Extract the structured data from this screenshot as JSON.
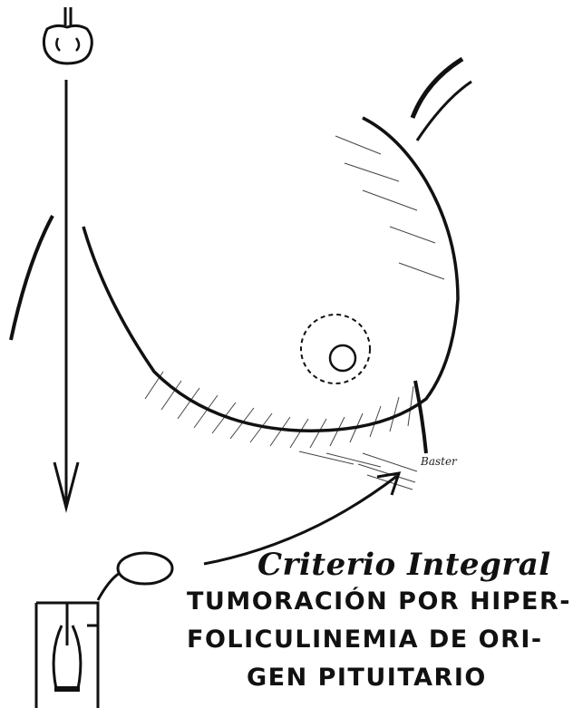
{
  "signature": "Baster",
  "caption": {
    "title": "Criterio Integral",
    "lines": [
      "TUMORACIÓN POR HIPER-",
      "FOLICULINEMIA DE ORI-",
      "GEN PITUITARIO"
    ]
  },
  "colors": {
    "ink": "#111111",
    "paper": "#ffffff",
    "shade": "#444444"
  }
}
